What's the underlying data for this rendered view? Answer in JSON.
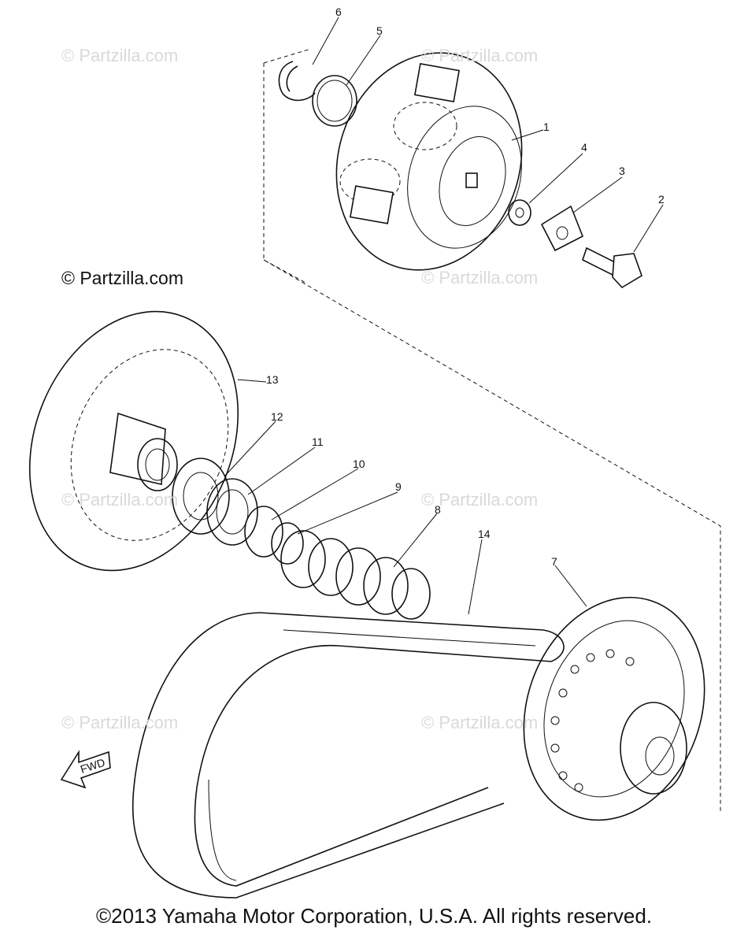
{
  "watermarks": [
    "© Partzilla.com",
    "© Partzilla.com",
    "© Partzilla.com",
    "© Partzilla.com",
    "© Partzilla.com",
    "© Partzilla.com",
    "© Partzilla.com"
  ],
  "main_watermark": "© Partzilla.com",
  "callouts": [
    "1",
    "2",
    "3",
    "4",
    "5",
    "6",
    "7",
    "8",
    "9",
    "10",
    "11",
    "12",
    "13",
    "14"
  ],
  "fwd_label": "FWD",
  "footer": "©2013 Yamaha Motor Corporation, U.S.A. All rights reserved."
}
